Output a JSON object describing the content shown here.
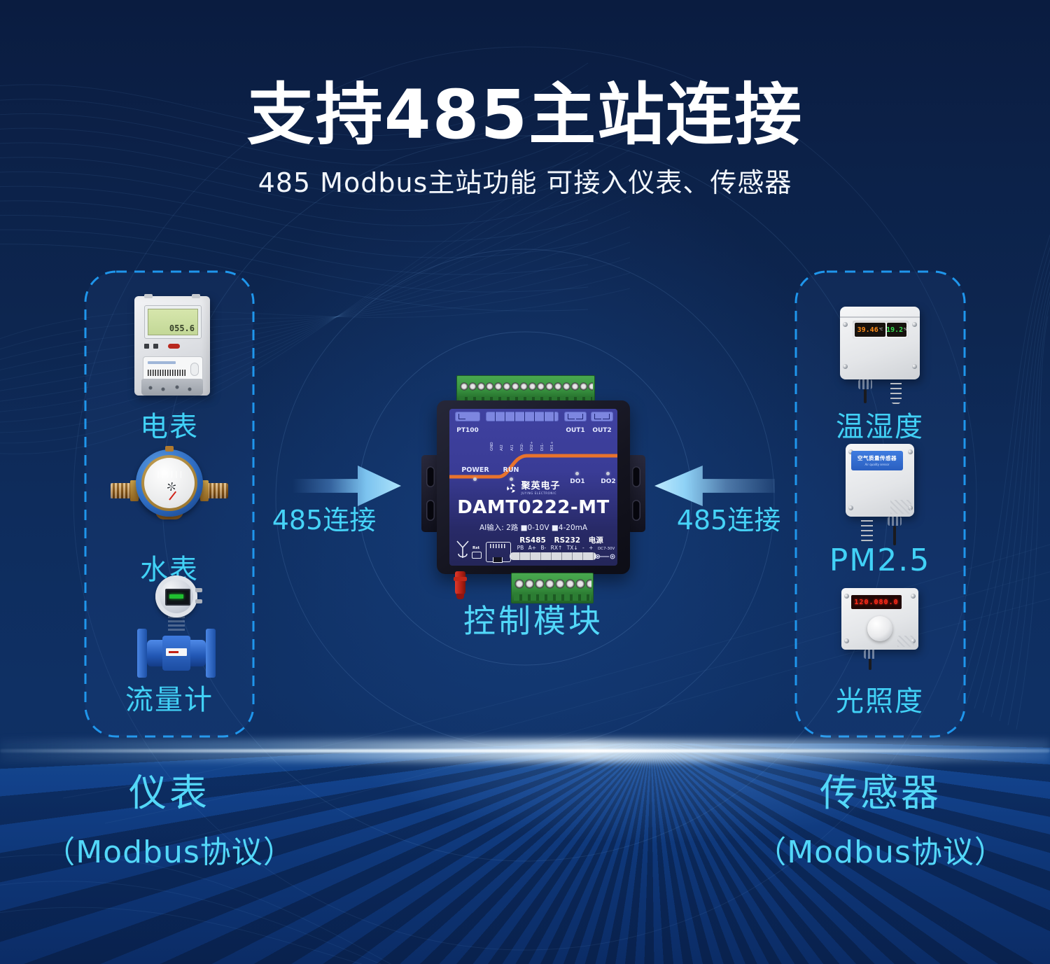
{
  "header": {
    "title": "支持485主站连接",
    "subtitle": "485 Modbus主站功能  可接入仪表、传感器"
  },
  "left_group": {
    "items": [
      "电表",
      "水表",
      "流量计"
    ],
    "caption": "仪表",
    "caption_sub": "（Modbus协议）"
  },
  "right_group": {
    "items": [
      "温湿度",
      "PM2.5",
      "光照度"
    ],
    "caption": "传感器",
    "caption_sub": "（Modbus协议）"
  },
  "links": {
    "left_label": "485连接",
    "right_label": "485连接"
  },
  "module": {
    "caption": "控制模块",
    "brand": "聚英电子",
    "brand_en": "JUYING ELECTRONIC",
    "model": "DAMT0222-MT",
    "spec": "AI输入: 2路 ■0-10V ■4-20mA",
    "ports": "RS485  RS232  电源",
    "pins": "PB A+ B- RX↑ TX↓ - +",
    "pt100": "PT100",
    "out1": "OUT1",
    "out2": "OUT2",
    "pin_labels": [
      "GND",
      "AI2",
      "AI1",
      "DI2-",
      "DI2+",
      "DI1-",
      "DI1+"
    ],
    "led_power": "POWER",
    "led_run": "RUN",
    "led_do1": "DO1",
    "led_do2": "DO2",
    "rst": "Rst",
    "dc": "DC7-30V"
  },
  "devices": {
    "electric_meter_lcd": "055.6",
    "temp_value": "39.46",
    "temp_unit": "℃",
    "humi_value": "19.2",
    "humi_unit": "%",
    "air_quality_cn": "空气质量传感器",
    "air_quality_en": "Air quality sensor",
    "light_value": "120.080.0"
  },
  "colors": {
    "accent_cyan": "#4ed6f8",
    "dash_border": "#1f96ec",
    "arrow_blue": "#9ed8f7",
    "stripe_orange": "#e8732c",
    "module_panel": "#3a3c96",
    "terminal_green": "#3a9a44",
    "antenna_red": "#d43425"
  }
}
